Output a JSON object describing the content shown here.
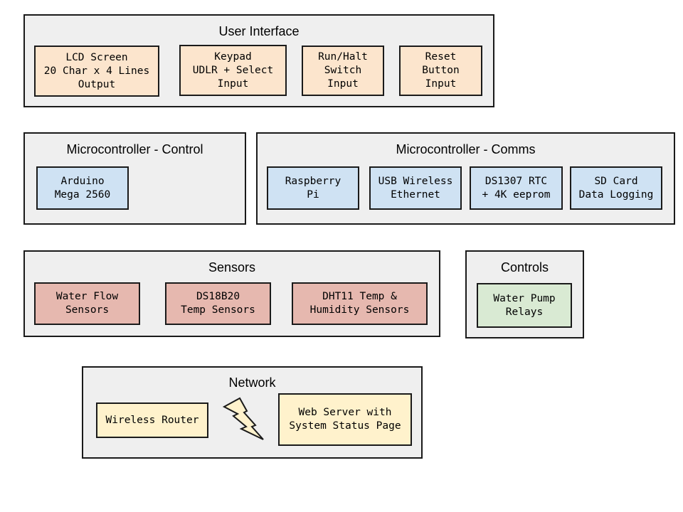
{
  "groups": {
    "user_interface": {
      "title": "User Interface",
      "boxes": [
        {
          "lines": [
            "LCD Screen",
            "20 Char x 4 Lines",
            "Output"
          ]
        },
        {
          "lines": [
            "Keypad",
            "UDLR + Select",
            "Input"
          ]
        },
        {
          "lines": [
            "Run/Halt",
            "Switch",
            "Input"
          ]
        },
        {
          "lines": [
            "Reset",
            "Button",
            "Input"
          ]
        }
      ]
    },
    "mc_control": {
      "title": "Microcontroller - Control",
      "boxes": [
        {
          "lines": [
            "Arduino",
            "Mega 2560"
          ]
        }
      ]
    },
    "mc_comms": {
      "title": "Microcontroller - Comms",
      "boxes": [
        {
          "lines": [
            "Raspberry",
            "Pi"
          ]
        },
        {
          "lines": [
            "USB Wireless",
            "Ethernet"
          ]
        },
        {
          "lines": [
            "DS1307 RTC",
            "+ 4K eeprom"
          ]
        },
        {
          "lines": [
            "SD Card",
            "Data Logging"
          ]
        }
      ]
    },
    "sensors": {
      "title": "Sensors",
      "boxes": [
        {
          "lines": [
            "Water Flow",
            "Sensors"
          ]
        },
        {
          "lines": [
            "DS18B20",
            "Temp Sensors"
          ]
        },
        {
          "lines": [
            "DHT11 Temp &",
            "Humidity Sensors"
          ]
        }
      ]
    },
    "controls": {
      "title": "Controls",
      "boxes": [
        {
          "lines": [
            "Water Pump",
            "Relays"
          ]
        }
      ]
    },
    "network": {
      "title": "Network",
      "boxes": [
        {
          "lines": [
            "Wireless Router"
          ]
        },
        {
          "lines": [
            "Web Server with",
            "System Status Page"
          ]
        }
      ]
    }
  },
  "icons": {
    "link": "lightning-bolt-icon"
  },
  "colors": {
    "group_fill": "#efefef",
    "border": "#1a1a1a",
    "user_interface_box": "#fce5cd",
    "microcontroller_box": "#cfe2f3",
    "sensor_box": "#e6b8af",
    "control_box": "#d9ead3",
    "network_box": "#fff2cc"
  }
}
